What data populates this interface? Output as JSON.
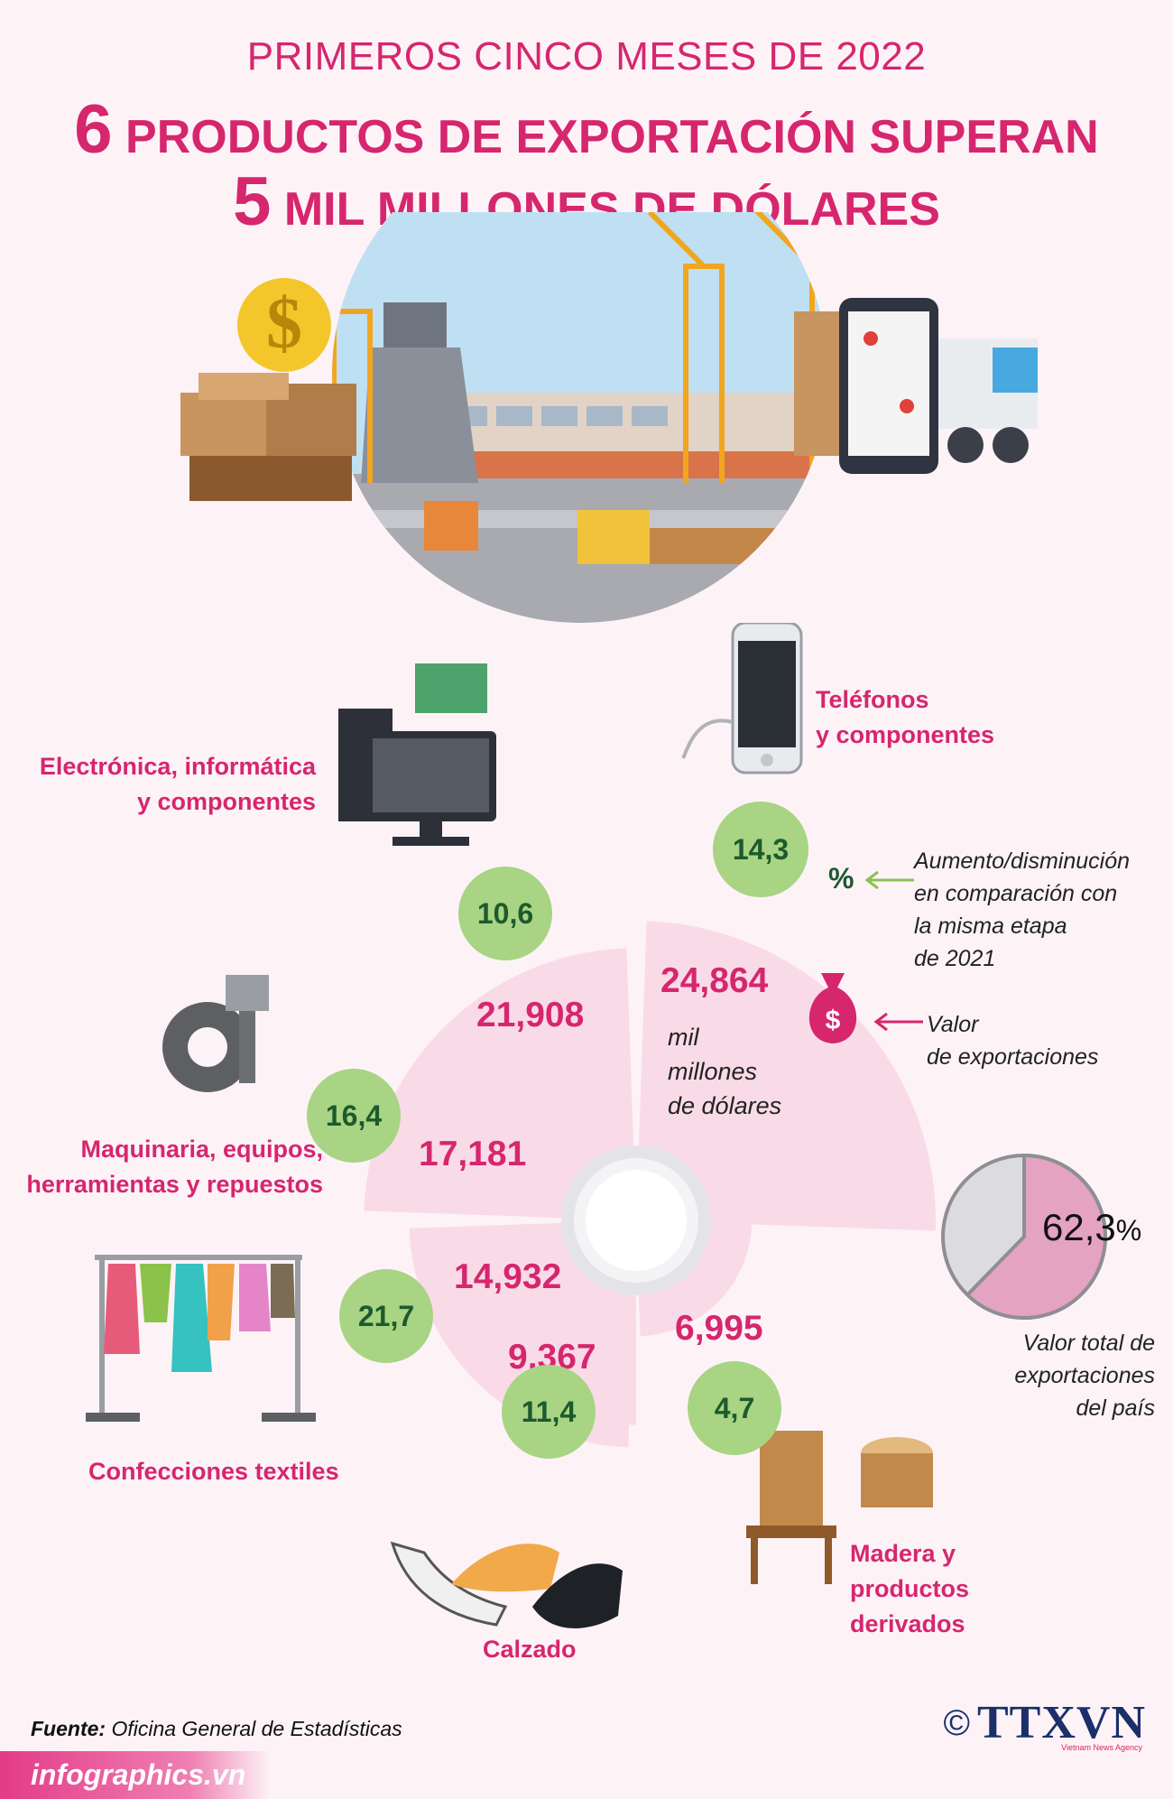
{
  "header": {
    "subtitle": "PRIMEROS CINCO MESES DE 2022",
    "title_line1_num": "6",
    "title_line1_text": "PRODUCTOS DE EXPORTACIÓN SUPERAN",
    "title_line2_num": "5",
    "title_line2_text": "MIL MILLONES DE DÓLARES"
  },
  "chart_data": {
    "type": "pie",
    "unit": "mil millones de dólares",
    "categories": [
      "Teléfonos y componentes",
      "Electrónica, informática y componentes",
      "Maquinaria, equipos, herramientas y repuestos",
      "Confecciones textiles",
      "Calzado",
      "Madera y productos derivados"
    ],
    "category_lines": [
      [
        "Teléfonos",
        "y componentes"
      ],
      [
        "Electrónica, informática",
        "y componentes"
      ],
      [
        "Maquinaria, equipos,",
        "herramientas y repuestos"
      ],
      [
        "Confecciones textiles"
      ],
      [
        "Calzado"
      ],
      [
        "Madera y",
        "productos",
        "derivados"
      ]
    ],
    "values": [
      24.864,
      21.908,
      17.181,
      14.932,
      9.367,
      6.995
    ],
    "value_labels": [
      "24,864",
      "21,908",
      "17,181",
      "14,932",
      "9,367",
      "6,995"
    ],
    "growth": [
      14.3,
      10.6,
      16.4,
      21.7,
      11.4,
      4.7
    ],
    "growth_labels": [
      "14,3",
      "10,6",
      "16,4",
      "21,7",
      "11,4",
      "4,7"
    ],
    "share_pie": {
      "value": 62.3,
      "label": "62,3",
      "suffix": "%",
      "caption_lines": [
        "Valor total de",
        "exportaciones",
        "del país"
      ]
    }
  },
  "legend": {
    "growth_note_lines": [
      "Aumento/disminución",
      "en comparación con",
      "la misma etapa",
      "de 2021"
    ],
    "percent_sign": "%",
    "value_note_lines": [
      "Valor",
      "de exportaciones"
    ],
    "unit_lines": [
      "mil",
      "millones",
      "de dólares"
    ],
    "dollar_symbol": "$"
  },
  "footer": {
    "source_label": "Fuente:",
    "source_text": "Oficina General de Estadísticas",
    "site": "infographics.vn",
    "copyright": "©",
    "logo": "TTXVN",
    "logo_sub": "Vietnam News Agency"
  },
  "colors": {
    "accent": "#d6266e",
    "petal": "#f9dbe7",
    "growth_circle": "#a8d483",
    "growth_text": "#1c5a2e",
    "share_fill": "#e5a3c2",
    "share_rest": "#dcdce0"
  }
}
